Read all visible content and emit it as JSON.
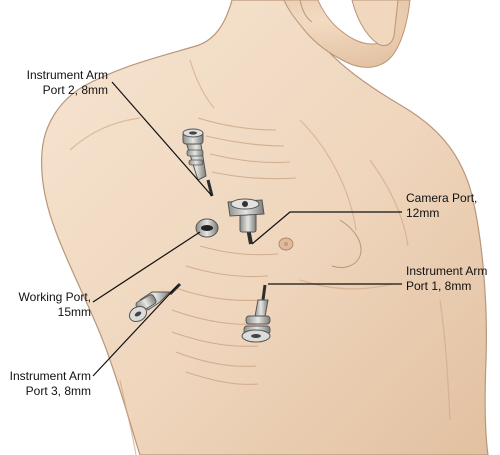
{
  "labels": {
    "instrument_arm_port_2": {
      "line1": "Instrument Arm",
      "line2": "Port 2, 8mm"
    },
    "camera_port": {
      "line1": "Camera Port,",
      "line2": "12mm"
    },
    "instrument_arm_port_1": {
      "line1": "Instrument Arm",
      "line2": "Port 1, 8mm"
    },
    "working_port": {
      "line1": "Working Port,",
      "line2": "15mm"
    },
    "instrument_arm_port_3": {
      "line1": "Instrument Arm",
      "line2": "Port 3, 8mm"
    }
  },
  "colors": {
    "skin_light": "#f1ddc8",
    "skin_mid": "#e8c9ac",
    "skin_shadow": "#d9b08e",
    "outline": "#a98a70",
    "port_metal": "#c9c9c6",
    "port_dark": "#3a3a3a",
    "leader_line": "#111111"
  }
}
